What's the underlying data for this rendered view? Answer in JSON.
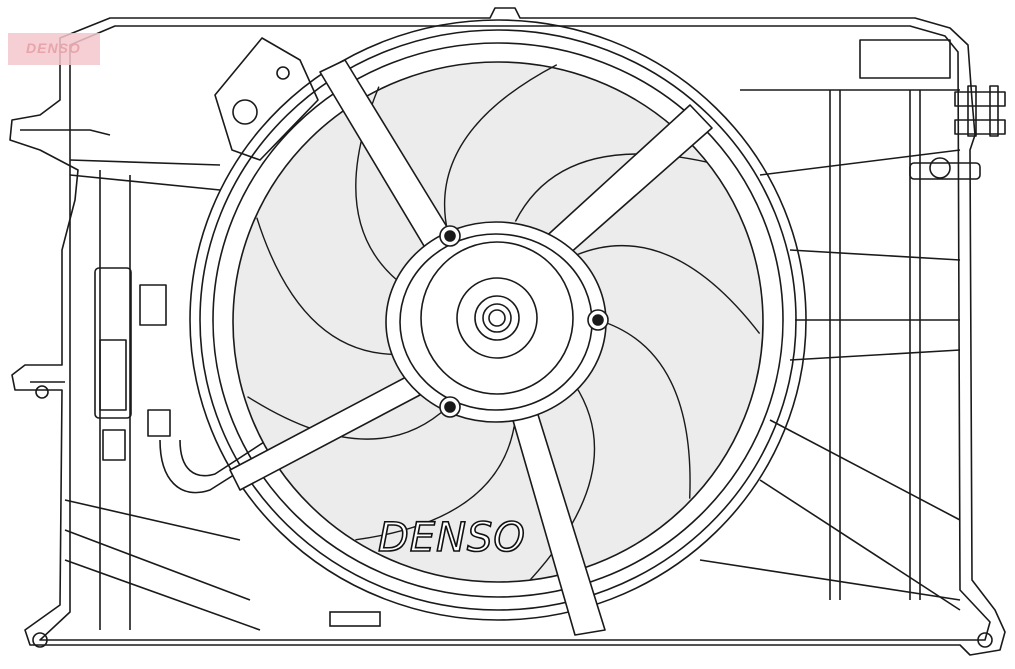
{
  "diagram": {
    "brand_mark": "DENSO",
    "watermark": "DENSO",
    "blade_count": 9,
    "colors": {
      "outline": "#1a1a1a",
      "fan_fill": "#ececec",
      "watermark": "#f3c7cc"
    }
  }
}
